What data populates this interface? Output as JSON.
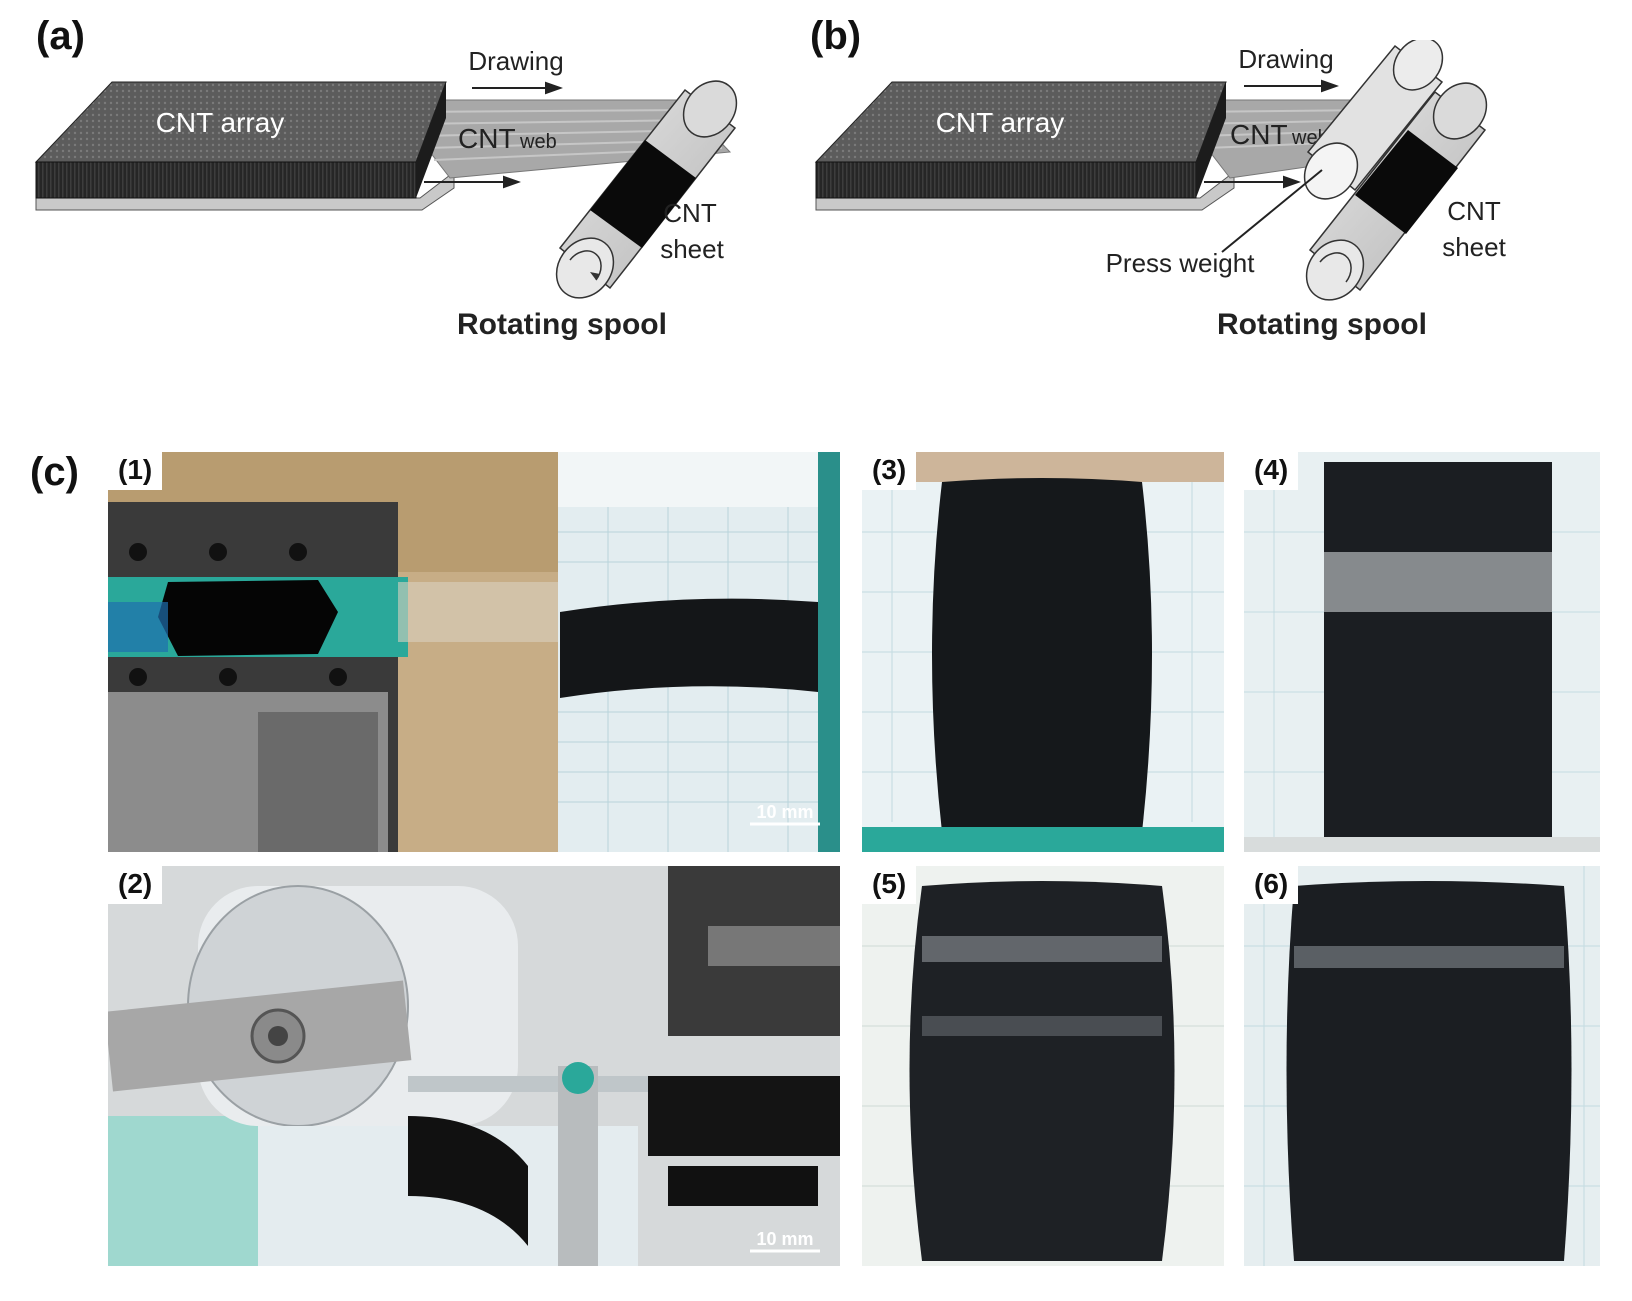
{
  "panels": {
    "a": {
      "label": "(a)",
      "array_label": "CNT array",
      "web_label_main": "CNT",
      "web_label_sub": "web",
      "drawing_label": "Drawing",
      "sheet_label_1": "CNT",
      "sheet_label_2": "sheet",
      "spool_label": "Rotating spool"
    },
    "b": {
      "label": "(b)",
      "array_label": "CNT array",
      "web_label_main": "CNT",
      "web_label_sub": "web",
      "drawing_label": "Drawing",
      "press_label": "Press weight",
      "sheet_label_1": "CNT",
      "sheet_label_2": "sheet",
      "spool_label": "Rotating spool"
    },
    "c": {
      "label": "(c)",
      "photos": [
        {
          "label": "(1)",
          "scale": "10 mm"
        },
        {
          "label": "(2)",
          "scale": "10 mm"
        },
        {
          "label": "(3)"
        },
        {
          "label": "(4)"
        },
        {
          "label": "(5)"
        },
        {
          "label": "(6)"
        }
      ]
    }
  },
  "colors": {
    "array_top": "#5a5a5a",
    "array_side": "#2a2a2a",
    "web": "#a8a8a8",
    "spool": "#d9d9d9",
    "sheet": "#0a0a0a",
    "graph_paper": "#dfe9ec",
    "teal": "#2aa89a"
  }
}
